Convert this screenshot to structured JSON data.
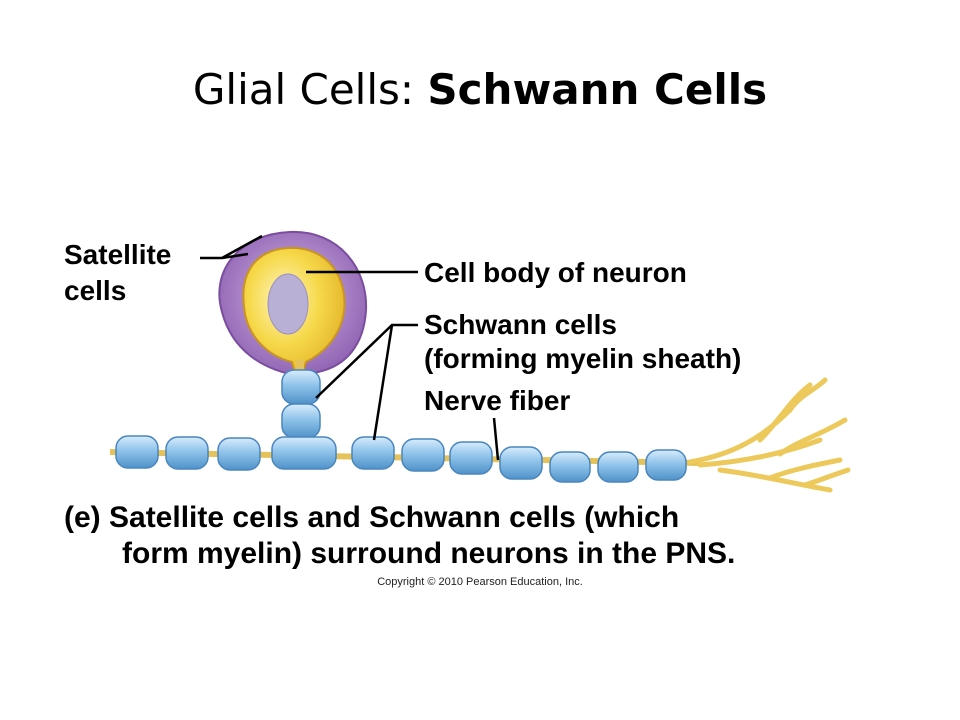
{
  "title": {
    "prefix": "Glial Cells: ",
    "bold": "Schwann Cells"
  },
  "labels": {
    "satellite_line1": "Satellite",
    "satellite_line2": "cells",
    "cell_body": "Cell body of neuron",
    "schwann_line1": "Schwann cells",
    "schwann_line2": "(forming myelin sheath)",
    "nerve_fiber": "Nerve fiber"
  },
  "caption": {
    "line1": "(e) Satellite cells and Schwann cells (which",
    "line2": "form myelin) surround neurons in the PNS."
  },
  "copyright": "Copyright © 2010 Pearson Education, Inc.",
  "colors": {
    "satellite": "#9a6fb7",
    "cell_body": "#f2cf3a",
    "nucleus": "#b9b0d6",
    "schwann": "#8fc3ea",
    "axon": "#e8c25c"
  }
}
